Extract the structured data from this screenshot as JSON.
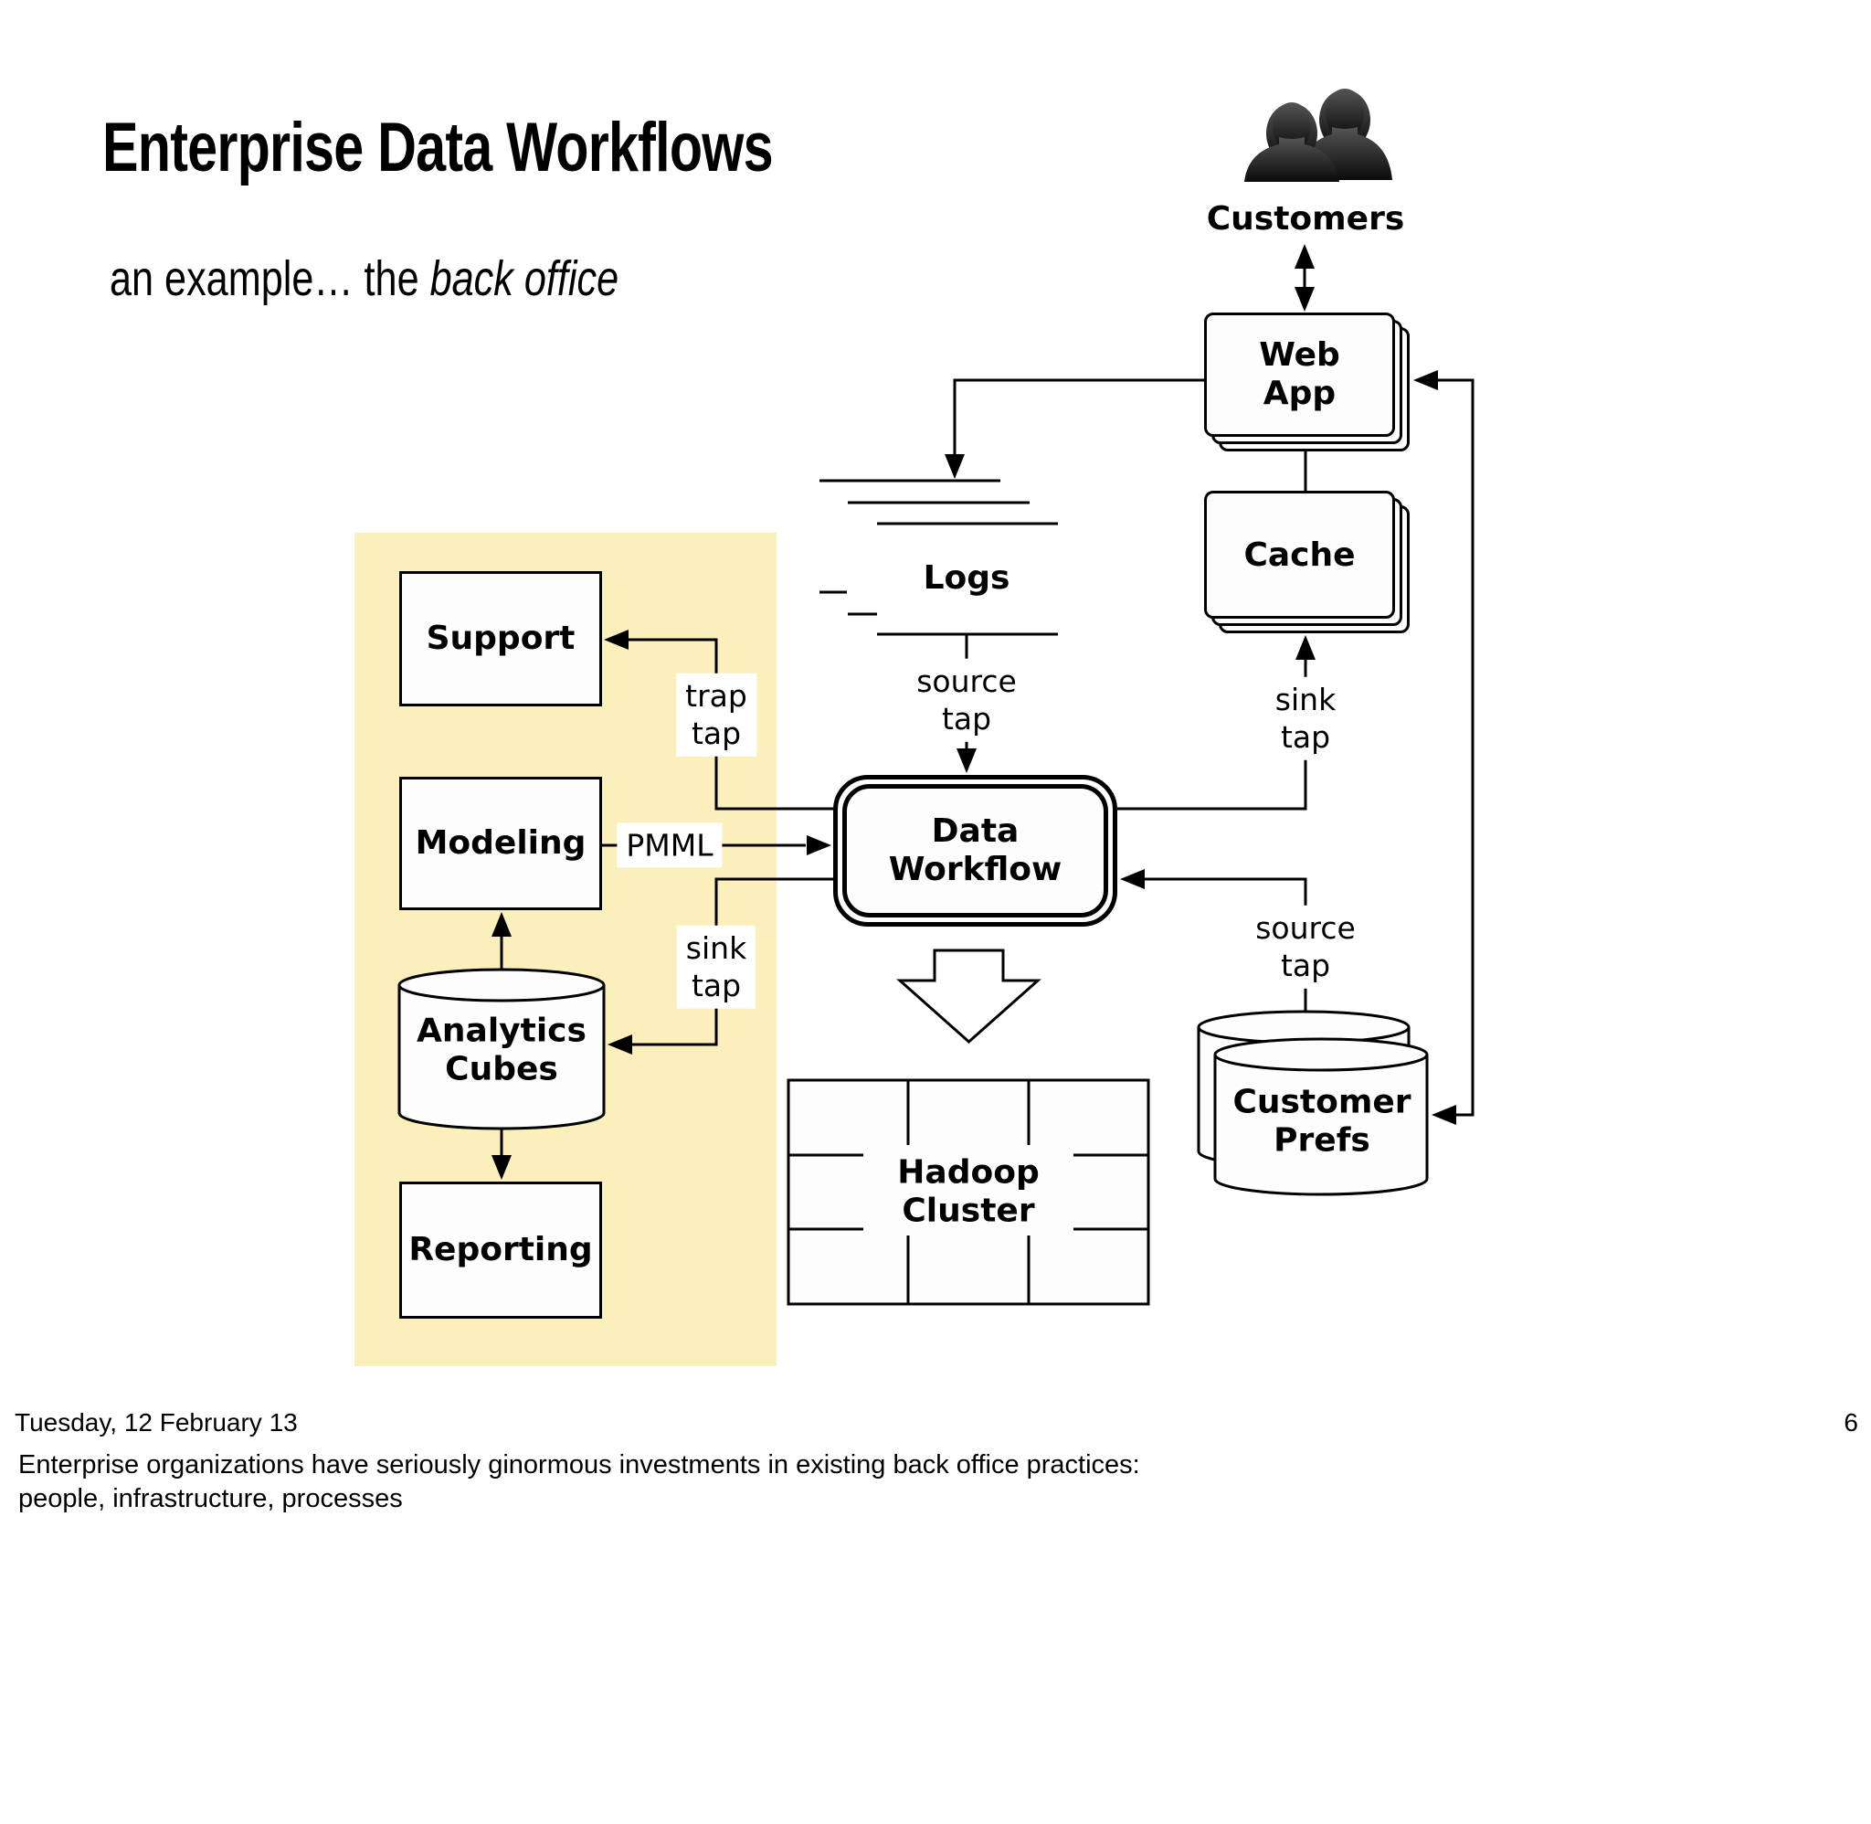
{
  "slide": {
    "title": "Enterprise Data Workflows",
    "subtitle_prefix": "an example… the ",
    "subtitle_emphasis": "back office",
    "footer": {
      "date": "Tuesday, 12 February 13",
      "page_number": "6",
      "notes_line1": "Enterprise organizations have seriously ginormous investments in existing back office practices:",
      "notes_line2": "people, infrastructure, processes"
    }
  },
  "diagram": {
    "nodes": {
      "customers": {
        "label": "Customers"
      },
      "web_app": {
        "label": "Web\nApp"
      },
      "cache": {
        "label": "Cache"
      },
      "logs": {
        "label": "Logs"
      },
      "data_workflow": {
        "label": "Data\nWorkflow"
      },
      "hadoop_cluster": {
        "label": "Hadoop\nCluster"
      },
      "customer_prefs": {
        "label": "Customer\nPrefs"
      },
      "support": {
        "label": "Support"
      },
      "modeling": {
        "label": "Modeling"
      },
      "analytics_cubes": {
        "label": "Analytics\nCubes"
      },
      "reporting": {
        "label": "Reporting"
      }
    },
    "edge_labels": {
      "trap_tap": "trap\ntap",
      "pmml": "PMML",
      "sink_tap_left": "sink\ntap",
      "source_tap_logs": "source\ntap",
      "sink_tap_right": "sink\ntap",
      "source_tap_prefs": "source\ntap"
    },
    "colors": {
      "highlight_panel": "#FBF0BC",
      "node_fill": "#FDFDFD",
      "line": "#000000",
      "silhouette_dark": "#0a0a0a",
      "silhouette_light": "#555555"
    }
  }
}
